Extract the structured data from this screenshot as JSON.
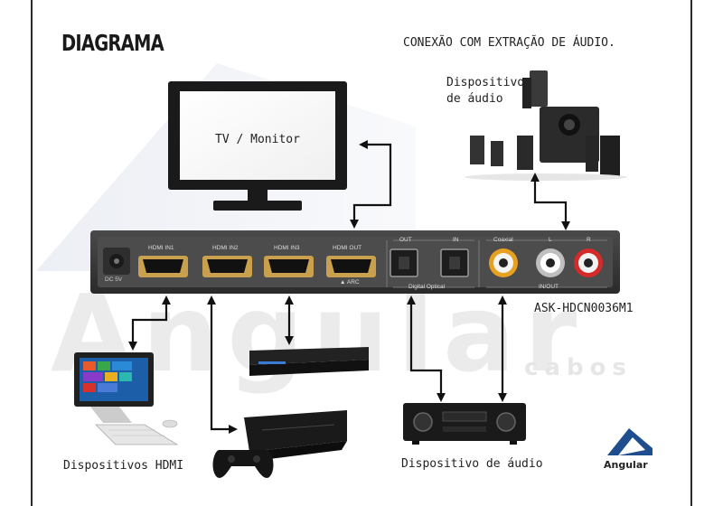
{
  "title": "DIAGRAMA",
  "subtitle": "CONEXÃO COM EXTRAÇÃO DE ÁUDIO.",
  "model": "ASK-HDCN0036M1",
  "tv_label": "TV / Monitor",
  "speaker_label_line1": "Dispositivo",
  "speaker_label_line2": "de áudio",
  "hdmi_devices_label": "Dispositivos HDMI",
  "audio_device_label": "Dispositivo de áudio",
  "watermark_main": "Angular",
  "watermark_sub": "cabos",
  "logo_text": "Angular",
  "device_ports": {
    "dc": "DC 5V",
    "hdmi_in1": "HDMI IN1",
    "hdmi_in2": "HDMI IN2",
    "hdmi_in3": "HDMI IN3",
    "hdmi_out": "HDMI OUT",
    "arc": "▲ ARC",
    "out": "OUT",
    "in": "IN",
    "coaxial": "Coaxial",
    "l": "L",
    "r": "R",
    "digital_optical": "Digital Optical",
    "in_out": "IN/OUT"
  },
  "colors": {
    "device_body": "#3a3a3a",
    "panel": "#555555",
    "arrow": "#111111",
    "rca_left": "#ffffff",
    "rca_right": "#d42a2a",
    "rca_coax": "#e8a020",
    "logo_blue": "#1f4e8f"
  }
}
